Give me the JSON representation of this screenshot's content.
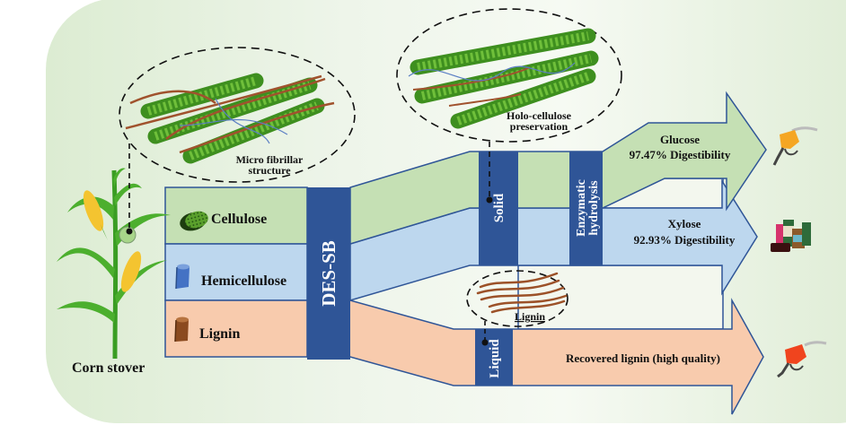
{
  "colors": {
    "background_light": "#f5f9f1",
    "background_green": "#dcebd2",
    "cellulose_fill": "#c5e0b4",
    "hemicellulose_fill": "#bdd7ee",
    "lignin_fill": "#f8cbad",
    "bar_fill": "#2f5597",
    "outline": "#2f5597",
    "blank_band": "#f3f7ee"
  },
  "source": {
    "label": "Corn stover"
  },
  "components": [
    {
      "id": "cellulose",
      "label": "Cellulose",
      "icon": "cellulose-fibril-icon"
    },
    {
      "id": "hemicellulose",
      "label": "Hemicellulose",
      "icon": "blue-cylinder-icon"
    },
    {
      "id": "lignin",
      "label": "Lignin",
      "icon": "brown-cylinder-icon"
    }
  ],
  "process": {
    "pretreatment": "DES-SB",
    "solid": "Solid",
    "liquid": "Liquid",
    "enzymatic_line1": "Enzymatic",
    "enzymatic_line2": "hydrolysis"
  },
  "callouts": {
    "microfibril_line1": "Micro fibrillar",
    "microfibril_line2": "structure",
    "holo_line1": "Holo-cellulose",
    "holo_line2": "preservation",
    "lignin": "Lignin"
  },
  "products": {
    "glucose_name": "Glucose",
    "glucose_value": "97.47% Digestibility",
    "xylose_name": "Xylose",
    "xylose_value": "92.93% Digestibility",
    "lignin_product": "Recovered lignin (high quality)"
  },
  "product_icons": {
    "glucose": "fuel-nozzle-orange-icon",
    "xylose": "supplement-bottles-icon",
    "lignin": "fuel-nozzle-red-icon"
  }
}
